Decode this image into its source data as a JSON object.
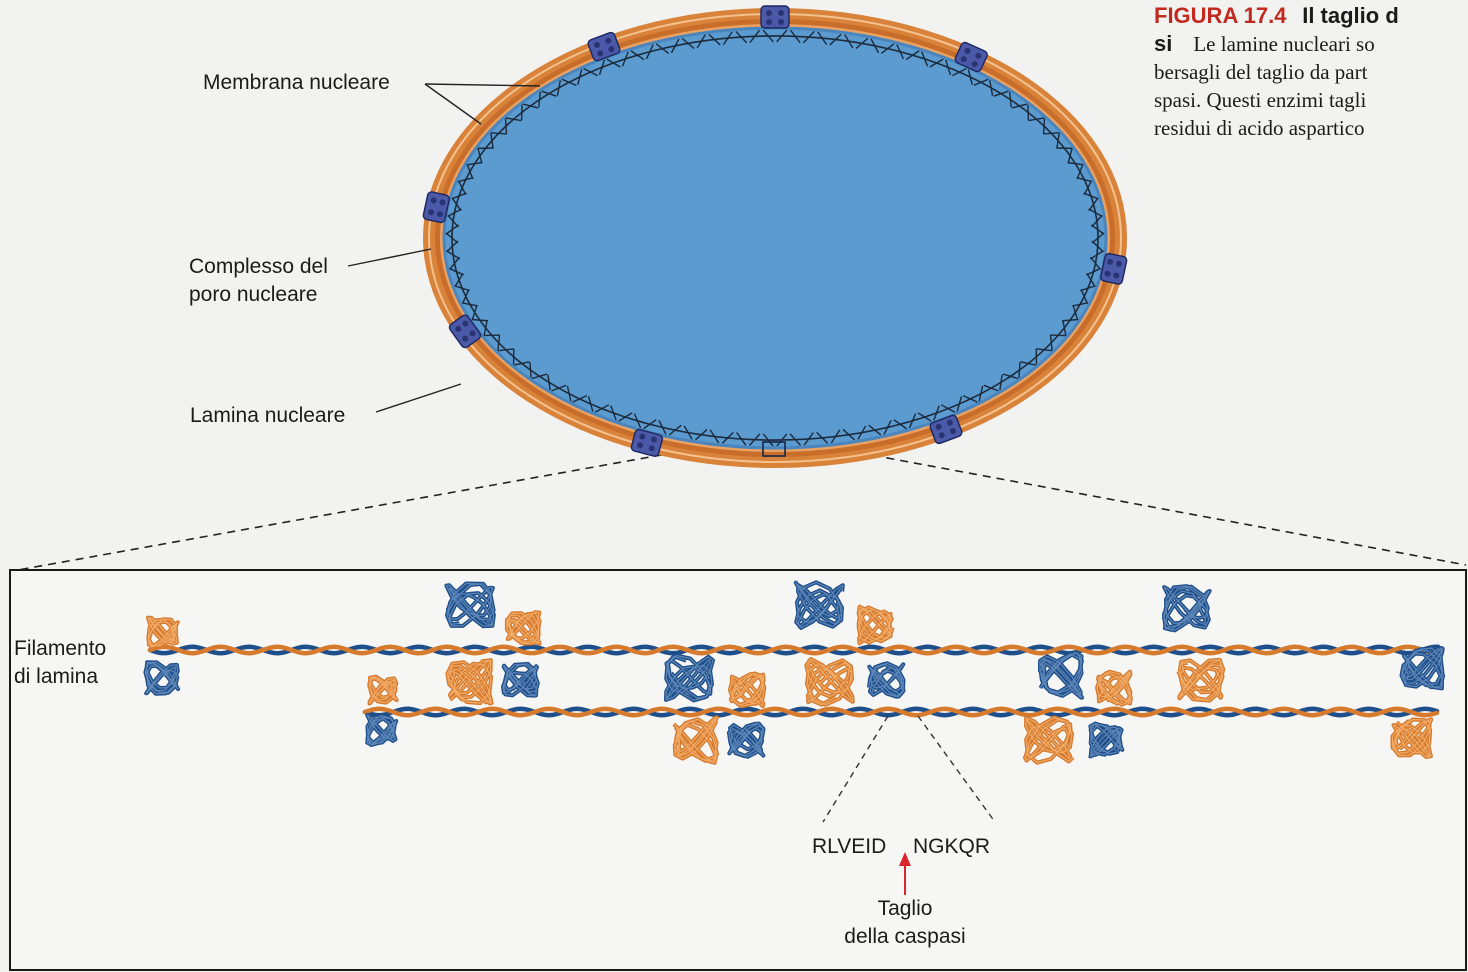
{
  "caption": {
    "figure_label": "FIGURA 17.4",
    "title_start": "Il taglio d",
    "title_end": "si",
    "lines": [
      "Le lamine nucleari so",
      "bersagli del taglio da part",
      "spasi. Questi enzimi tagli",
      "residui di acido aspartico"
    ]
  },
  "labels": {
    "nuclear_membrane": "Membrana nucleare",
    "pore_complex_line1": "Complesso del",
    "pore_complex_line2": "poro nucleare",
    "nuclear_lamina": "Lamina nucleare",
    "lamin_filament_line1": "Filamento",
    "lamin_filament_line2": "di lamina",
    "sequence_left": "RLVEID",
    "sequence_right": "NGKQR",
    "cleavage_line1": "Taglio",
    "cleavage_line2": "della caspasi"
  },
  "colors": {
    "nucleus_fill": "#5b9bd0",
    "membrane_orange": "#d9823a",
    "pore_blue": "#4a5aa8",
    "lamin_blue": "#1f4f8a",
    "lamin_orange": "#d67a2e",
    "cleavage_arrow": "#d8262b"
  }
}
